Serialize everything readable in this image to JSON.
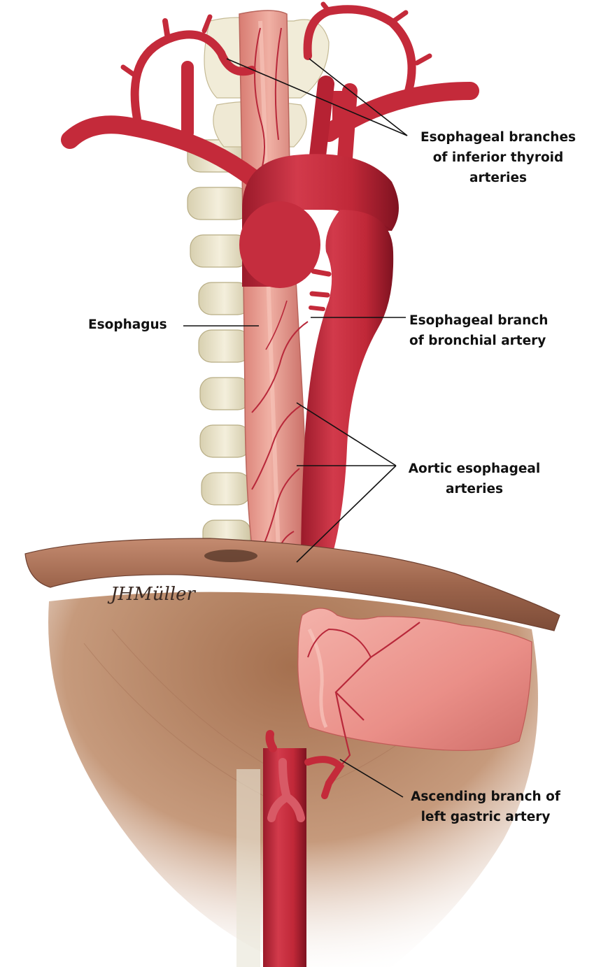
{
  "labels": {
    "thyroid": [
      "Esophageal branches",
      "of inferior thyroid",
      "arteries"
    ],
    "esophagus": [
      "Esophagus"
    ],
    "bronchial": [
      "Esophageal branch",
      "of bronchial artery"
    ],
    "aortic": [
      "Aortic esophageal",
      "arteries"
    ],
    "gastric": [
      "Ascending branch of",
      "left gastric artery"
    ]
  },
  "signature": "JHMüller",
  "colors": {
    "artery": "#c42a3a",
    "artery_dark": "#8e1424",
    "esophagus": "#e79a8e",
    "stomach": "#ef9b93",
    "diaphragm": "#a86f55",
    "vertebra": "#ece6cc",
    "abdominal_wall": "#b98767"
  }
}
